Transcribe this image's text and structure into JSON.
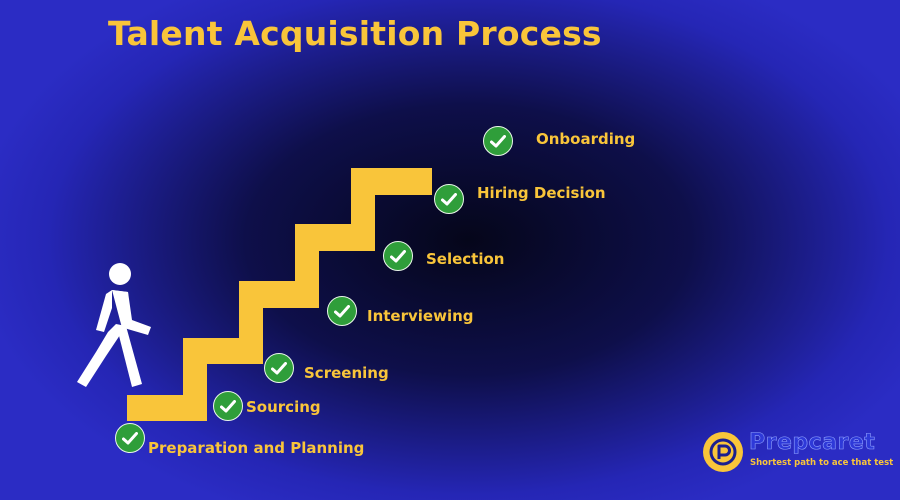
{
  "title": "Talent Acquisition Process",
  "steps": [
    {
      "label": "Preparation and Planning"
    },
    {
      "label": "Sourcing"
    },
    {
      "label": "Screening"
    },
    {
      "label": "Interviewing"
    },
    {
      "label": "Selection"
    },
    {
      "label": "Hiring Decision"
    },
    {
      "label": "Onboarding"
    }
  ],
  "logo": {
    "brand": "Prepcaret",
    "tagline": "Shortest path to ace that test"
  },
  "colors": {
    "accent": "#f9c53a",
    "check": "#2f9e3a",
    "brand": "#2e39d8"
  },
  "icons": {
    "walker": "person-walking-icon",
    "check": "check-icon"
  }
}
